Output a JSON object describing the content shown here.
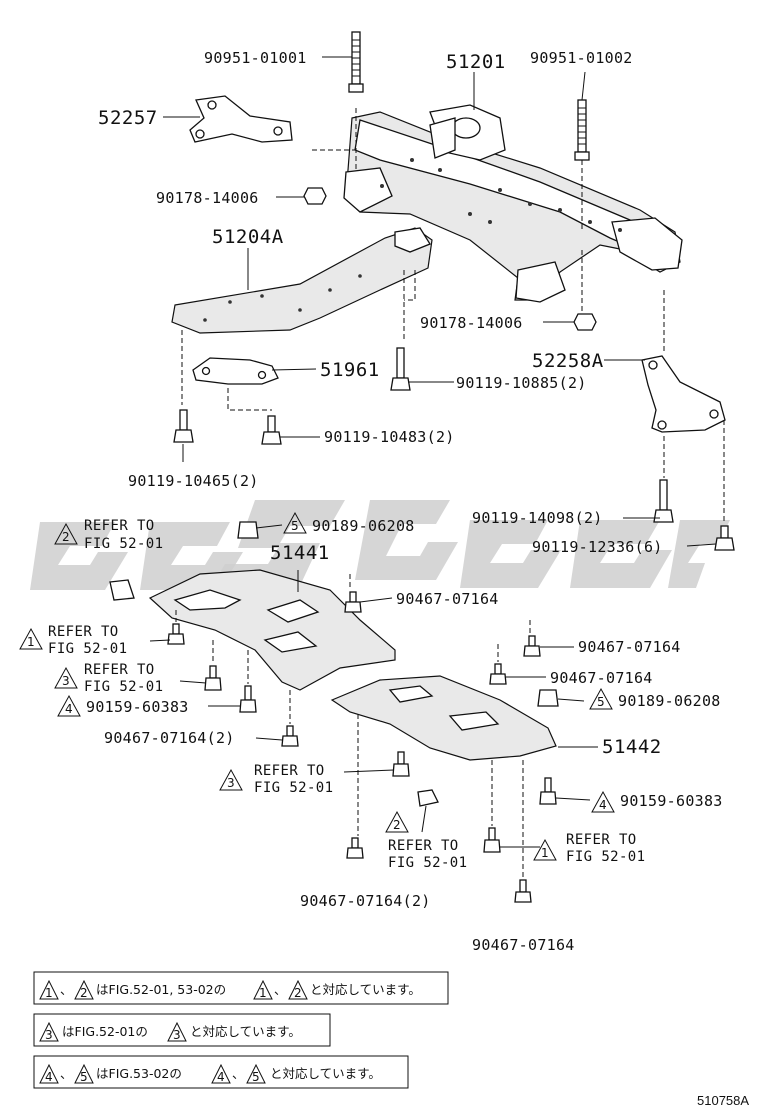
{
  "image_id": "510758A",
  "parts": {
    "p90951_01001": "90951-01001",
    "p51201": "51201",
    "p90951_01002": "90951-01002",
    "p52257": "52257",
    "p90178_14006_a": "90178-14006",
    "p51204A": "51204A",
    "p90178_14006_b": "90178-14006",
    "p52258A": "52258A",
    "p51961": "51961",
    "p90119_10885": "90119-10885(2)",
    "p90119_10483": "90119-10483(2)",
    "p90119_10465": "90119-10465(2)",
    "p90119_14098": "90119-14098(2)",
    "p90119_12336": "90119-12336(6)",
    "p90189_06208_a": "90189-06208",
    "p51441": "51441",
    "p90467_07164_a": "90467-07164",
    "p90467_07164_b": "90467-07164",
    "p90467_07164_c": "90467-07164",
    "p90189_06208_b": "90189-06208",
    "p90159_60383_a": "90159-60383",
    "p90467_07164_d": "90467-07164(2)",
    "p51442": "51442",
    "p90159_60383_b": "90159-60383",
    "p90467_07164_e": "90467-07164(2)",
    "p90467_07164_f": "90467-07164"
  },
  "refs": {
    "refer_to": "REFER TO",
    "fig_52_01": "FIG 52-01",
    "n1": "1",
    "n2": "2",
    "n3": "3",
    "n4": "4",
    "n5": "5"
  },
  "notes": {
    "line1": {
      "sep1": "、",
      "text1": "はFIG.52-01, 53-02の",
      "sep2": "、",
      "text2": "と対応しています。"
    },
    "line2": {
      "text1": "はFIG.52-01の",
      "text2": "と対応しています。"
    },
    "line3": {
      "sep1": "、",
      "text1": "はFIG.53-02の",
      "sep2": "、",
      "text2": "と対応しています。"
    }
  },
  "colors": {
    "ink": "#111111",
    "watermark": "#cfcfcf",
    "background": "#ffffff"
  }
}
